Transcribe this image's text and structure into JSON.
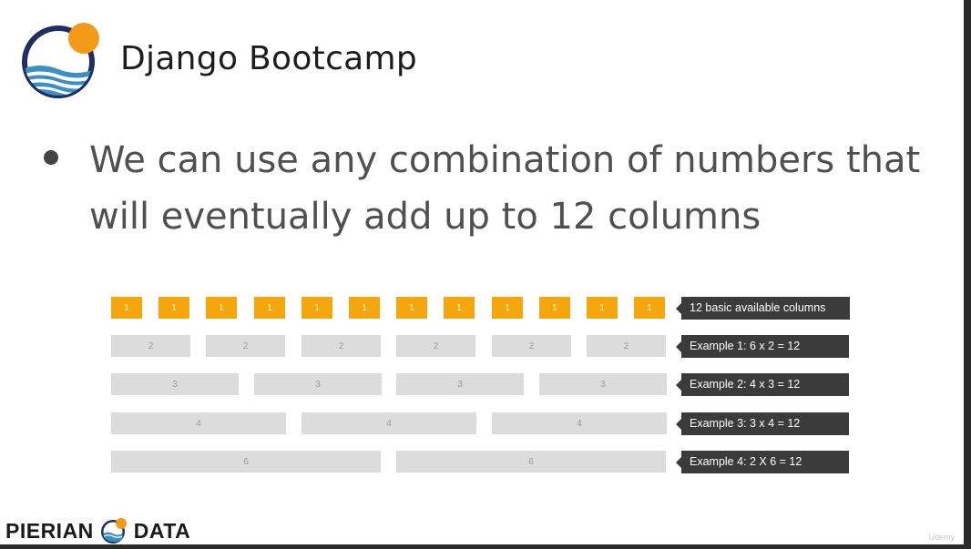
{
  "slide": {
    "title": "Django Bootcamp",
    "bullet": "We can use any combination of numbers that will eventually add up to 12 columns"
  },
  "grid_diagram": {
    "rows": [
      {
        "label": "12 basic available columns",
        "span": 1,
        "count": 12
      },
      {
        "label": "Example 1:  6 x 2 = 12",
        "span": 2,
        "count": 6
      },
      {
        "label": "Example 2:  4 x 3 = 12",
        "span": 3,
        "count": 4
      },
      {
        "label": "Example 3:  3 x 4 = 12",
        "span": 4,
        "count": 3
      },
      {
        "label": "Example 4:  2 X 6 = 12",
        "span": 6,
        "count": 2
      }
    ],
    "colors": {
      "basic": "#f5a60f",
      "example": "#dcdcdc",
      "label_bg": "#3b3b3b"
    }
  },
  "footer": {
    "brand_left": "PIERIAN",
    "brand_right": "DATA",
    "watermark": "Udemy"
  },
  "icons": {
    "logo": "pierian-sun-wave-icon"
  }
}
